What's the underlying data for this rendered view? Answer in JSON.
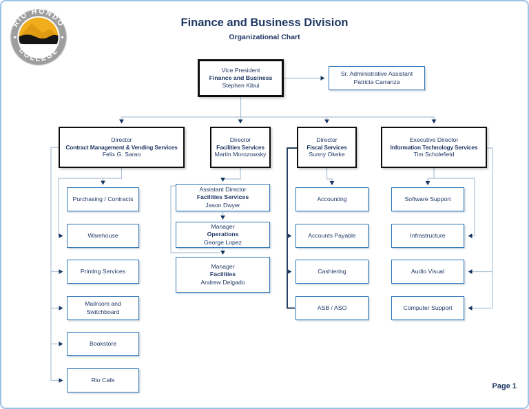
{
  "page": {
    "title": "Finance and Business Division",
    "subtitle": "Organizational Chart",
    "page_number": "Page 1"
  },
  "logo": {
    "arc_top": "RIO HONDO",
    "arc_bottom": "COLLEGE"
  },
  "colors": {
    "navy_text": "#1F3864",
    "box_border_blue": "#2E75B6",
    "box_border_black": "#0d0d0d",
    "connector_blue": "#ABC0D6",
    "arrowhead_navy": "#17375E",
    "dark_connector_navy": "#26405E",
    "logo_gold": "#F0AE1D",
    "logo_ring_gray": "#9E9E9E",
    "page_border_blue": "#9CC2E5"
  },
  "chart": {
    "vp": {
      "lines": [
        "Vice President",
        "Finance and Business",
        "Stephen Kibui"
      ]
    },
    "assistant": {
      "lines": [
        "Sr. Administrative Assistant",
        "Patricia Carranza"
      ]
    },
    "directors": [
      {
        "lines": [
          "Director",
          "Contract Management & Vending Services",
          "Felix G. Sarao"
        ]
      },
      {
        "lines": [
          "Director",
          "Facilities Services",
          "Martin Morozowsky"
        ]
      },
      {
        "lines": [
          "Director",
          "Fiscal Services",
          "Sunny Okeke"
        ]
      },
      {
        "lines": [
          "Executive Director",
          "Information Technology Services",
          "Tim Scholefield"
        ]
      }
    ],
    "facilities_staff": [
      {
        "lines": [
          "Assistant Director",
          "Facilities Services",
          "Jason Dwyer"
        ]
      },
      {
        "lines": [
          "Manager",
          "Operations",
          "George Lopez"
        ]
      },
      {
        "lines": [
          "Manager",
          "Facilities",
          "Andrew Delgado"
        ]
      }
    ],
    "contract_units": [
      "Purchasing / Contracts",
      "Warehouse",
      "Printing Services",
      "Mailroom and Switchboard",
      "Bookstore",
      "Rio Cafe"
    ],
    "fiscal_units": [
      "Accounting",
      "Accounts Payable",
      "Cashiering",
      "ASB / ASO"
    ],
    "it_units": [
      "Software Support",
      "Infrastructure",
      "Audio Visual",
      "Computer Support"
    ]
  }
}
